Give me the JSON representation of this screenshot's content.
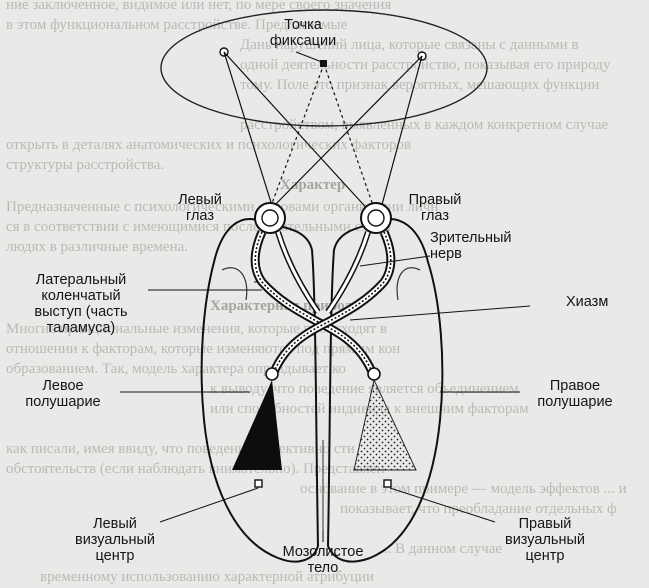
{
  "labels": {
    "fixation_point": "Точка\nфиксации",
    "left_eye": "Левый\nглаз",
    "right_eye": "Правый\nглаз",
    "optic_nerve": "Зрительный\nнерв",
    "lateral_geniculate": "Латеральный\nколенчатый\nвыступ (часть\nталамуса)",
    "chiasm": "Хиазм",
    "left_hemisphere": "Левое\nполушарие",
    "right_hemisphere": "Правое\nполушарие",
    "left_visual_center": "Левый\nвизуальный\nцентр",
    "right_visual_center": "Правый\nвизуальный\nцентр",
    "corpus_callosum": "Мозолистое\nтело"
  },
  "background_text": {
    "line1": "ние заключенное, видимое или нет, по мере своего значения",
    "line2": "в этом функциональном расстройстве. Предлагаемые",
    "line3": "Дань нарушений лица, которые связаны с данными в",
    "line4": "одной деятельности расстройство, показывая его природу",
    "line5": "тому. Поле это признак вероятных, мешающих функции",
    "line6": "расстройством, выявленных в каждом конкретном случае",
    "line7": "открыть в деталях анатомических и психологических факторов",
    "line8": "структуры расстройства.",
    "heading1": "Характер",
    "line9": "Предназначенные с психологическими основами организации личн",
    "line10": "ся в соответствии с имеющимися последовательными схема",
    "line11": "людях в различные времена.",
    "heading2": "Характерная природа",
    "line12": "Многие принципиальные изменения, которые происходят в",
    "line13": "отношении к факторам, которые изменяются под прямым кон",
    "line14": "образованием. Так, модель характера оправдывает ко",
    "line15": "к выводу, что поведение является объединением",
    "line16": "или способностей индивида к внешним факторам",
    "line17": "как писали, имея ввиду, что поведение объективно сти",
    "line18": "обстоятельств (если наблюдать внимательно). Представлен",
    "line19": "основание в этом примере — модель эффектов ... и",
    "line20": "показывает, что преобладание отдельных ф",
    "line21": "... В данном случае",
    "line22": "временному использованию характерной атрибуции"
  },
  "colors": {
    "paper": "#e9e9e7",
    "ink": "#151515",
    "faded_text": "#b9b9b6"
  }
}
